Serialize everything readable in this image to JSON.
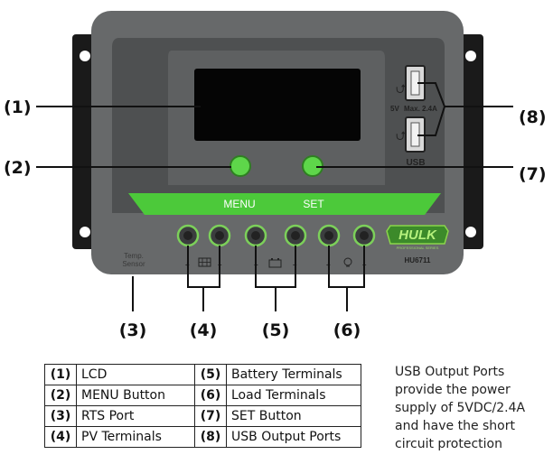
{
  "callouts": {
    "c1": "(1)",
    "c2": "(2)",
    "c3": "(3)",
    "c4": "(4)",
    "c5": "(5)",
    "c6": "(6)",
    "c7": "(7)",
    "c8": "(8)"
  },
  "device": {
    "menu_label": "MENU",
    "set_label": "SET",
    "temp_sensor_line1": "Temp.",
    "temp_sensor_line2": "Sensor",
    "usb_5v": "5V",
    "usb_max": "Max. 2.4A",
    "usb_label": "USB",
    "brand": "HULK",
    "brand_sub": "PROFESSIONAL SERIES",
    "model": "HU6711",
    "plus": "+",
    "minus": "–",
    "colors": {
      "body": "#67696a",
      "panel": "#4e5051",
      "green": "#4cc93a",
      "lcd": "#050505"
    }
  },
  "legend": {
    "rows": [
      {
        "n1": "(1)",
        "l1": "LCD",
        "n2": "(5)",
        "l2": "Battery Terminals"
      },
      {
        "n1": "(2)",
        "l1": "MENU Button",
        "n2": "(6)",
        "l2": "Load Terminals"
      },
      {
        "n1": "(3)",
        "l1": "RTS Port",
        "n2": "(7)",
        "l2": "SET Button"
      },
      {
        "n1": "(4)",
        "l1": "PV Terminals",
        "n2": "(8)",
        "l2": "USB Output Ports"
      }
    ]
  },
  "note": "USB Output Ports provide the power supply of 5VDC/2.4A and have the short circuit protection"
}
